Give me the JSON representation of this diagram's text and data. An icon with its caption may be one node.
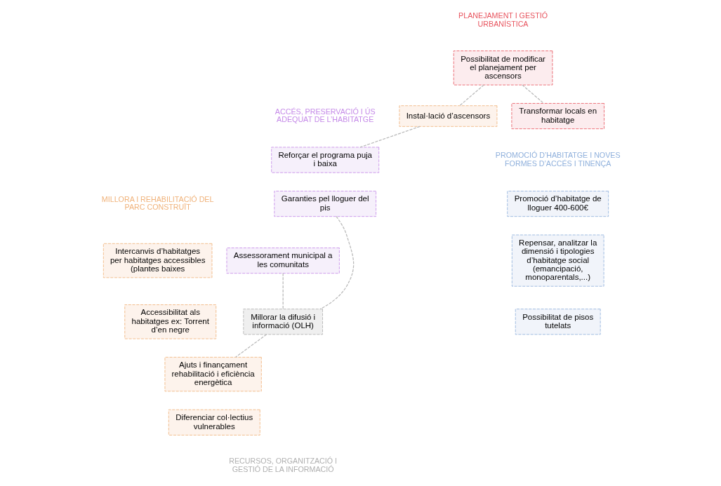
{
  "diagram": {
    "nodes": [
      {
        "text": [
          "Possibilitat de modificar el planejament per ascensors"
        ]
      },
      {
        "text": [
          "Transformar locals en habitatge"
        ]
      },
      {
        "text": [
          "Instal·lació d’ascensors"
        ]
      },
      {
        "text": [
          "Intercanvis d’habitatges per habitatges accessibles (plantes baixes"
        ]
      },
      {
        "text": [
          "Accessibilitat als habitatges ex: Torrent d’en negre"
        ]
      },
      {
        "text": [
          "Ajuts i finançament rehabilitació i eficiència energètica"
        ]
      },
      {
        "text": [
          "Diferenciar col·lectius vulnerables"
        ]
      },
      {
        "text": [
          "Reforçar el programa puja i baixa"
        ]
      },
      {
        "text": [
          "Garanties pel lloguer del pis"
        ]
      },
      {
        "text": [
          "Assessorament municipal a les comunitats"
        ]
      },
      {
        "text": [
          "Millorar la difusió i informació (OLH)"
        ]
      },
      {
        "text": [
          "Promoció d’habitatge de lloguer 400-600€"
        ]
      },
      {
        "text": [
          "Repensar, analitzar la dimensió i tipologies d’habitatge social (emancipació, monoparentals,...)"
        ]
      },
      {
        "text": [
          "Possibilitat de pisos tutelats"
        ]
      }
    ],
    "edges": [
      {
        "from": 0,
        "to": 1,
        "arrow": "none",
        "style": "dashed"
      },
      {
        "from": 0,
        "to": 2,
        "arrow": "none",
        "style": "dashed"
      },
      {
        "from": 2,
        "to": 7,
        "arrow": "none",
        "style": "dashed"
      },
      {
        "from": 8,
        "to": 10,
        "arrow": "none",
        "style": "dashed"
      },
      {
        "from": 9,
        "to": 10,
        "arrow": "none",
        "style": "dashed"
      },
      {
        "from": 10,
        "to": 5,
        "arrow": "none",
        "style": "dashed"
      }
    ],
    "labels": [
      "MILLORA I REHABILITACIÓ DEL PARC CONSTRUÏT",
      "PLANEJAMENT I GESTIÓ URBANÍSTICA",
      "ACCÉS, PRESERVACIÓ I ÚS ADEQUAT DE L’HABITATGE",
      "PROMOCIÓ D’HABITATGE I NOVES FORMES D’ACCÉS I TINENÇA",
      "RECURSOS, ORGANITZACIÓ I GESTIÓ DE LA INFORMACIÓ"
    ]
  }
}
